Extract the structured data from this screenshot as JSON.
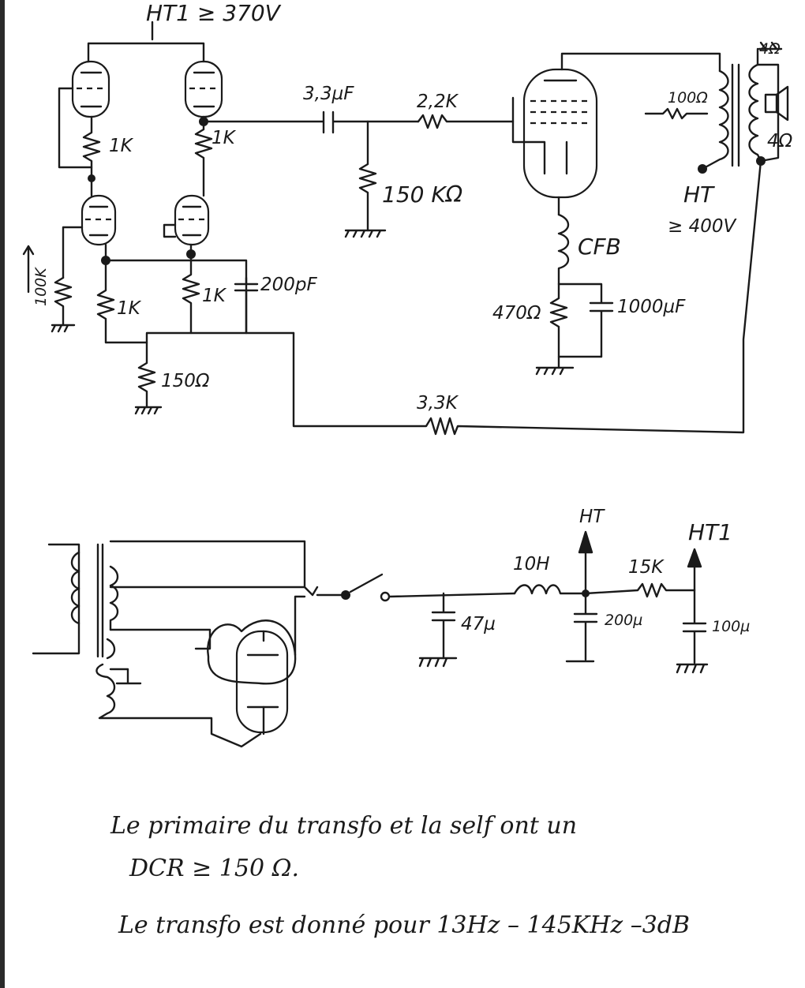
{
  "labels": {
    "ht1_top": "HT1 ≥ 370V",
    "cap_coupling": "3,3µF",
    "res_grid_stop": "2,2K",
    "res_grid_leak": "150 KΩ",
    "res_anode_left": "1K",
    "res_anode_right": "1K",
    "res_pot": "100K",
    "res_cathode_left": "1K",
    "res_cathode_right": "1K",
    "cap_200pf": "200pF",
    "res_tail": "150Ω",
    "res_feedback": "3,3K",
    "choke_cfb": "CFB",
    "res_470": "470Ω",
    "cap_1000": "1000µF",
    "res_100_out": "100Ω",
    "speaker_4": "4Ω",
    "speaker_tap": "4Ω",
    "ht_out": "HT",
    "ht_out_val": "≥ 400V",
    "psu_ht": "HT",
    "psu_ht1": "HT1",
    "choke_10h": "10H",
    "res_15k": "15K",
    "cap_47": "47µ",
    "cap_200u": "200µ",
    "cap_100u": "100µ"
  },
  "notes": {
    "line1": "Le primaire du transfo et la self ont un",
    "line2": "DCR ≥ 150 Ω.",
    "line3": "Le transfo est donné pour  13Hz  – 145KHz  –3dB"
  }
}
